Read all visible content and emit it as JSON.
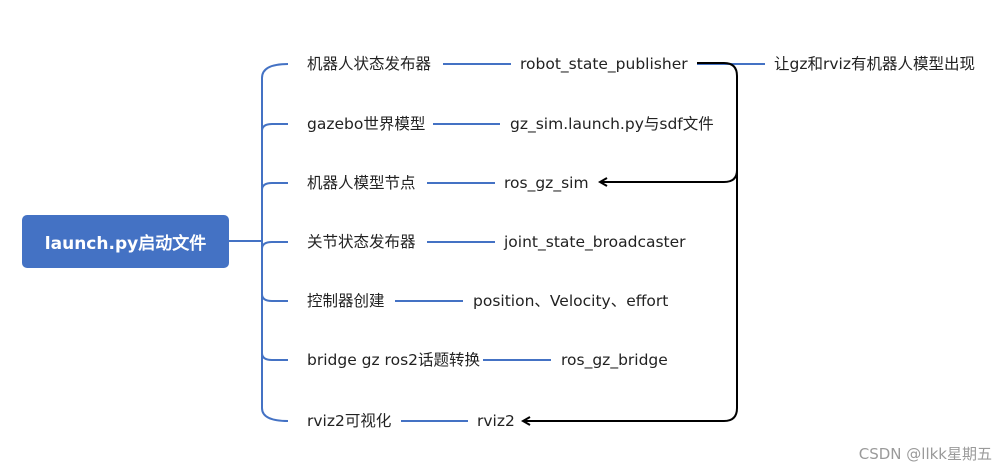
{
  "root": {
    "label": "launch.py启动文件"
  },
  "branches": [
    {
      "label": "机器人状态发布器",
      "value": "robot_state_publisher"
    },
    {
      "label": "gazebo世界模型",
      "value": "gz_sim.launch.py与sdf文件"
    },
    {
      "label": "机器人模型节点",
      "value": "ros_gz_sim"
    },
    {
      "label": "关节状态发布器",
      "value": "joint_state_broadcaster"
    },
    {
      "label": "控制器创建",
      "value": "position、Velocity、effort"
    },
    {
      "label": "bridge gz ros2话题转换",
      "value": "ros_gz_bridge"
    },
    {
      "label": "rviz2可视化",
      "value": "rviz2"
    }
  ],
  "note": "让gz和rviz有机器人模型出现",
  "watermark": "CSDN @llkk星期五",
  "colors": {
    "primary": "#4472c4",
    "connector": "#4472c4",
    "arrow": "#000000",
    "text": "#222222"
  }
}
